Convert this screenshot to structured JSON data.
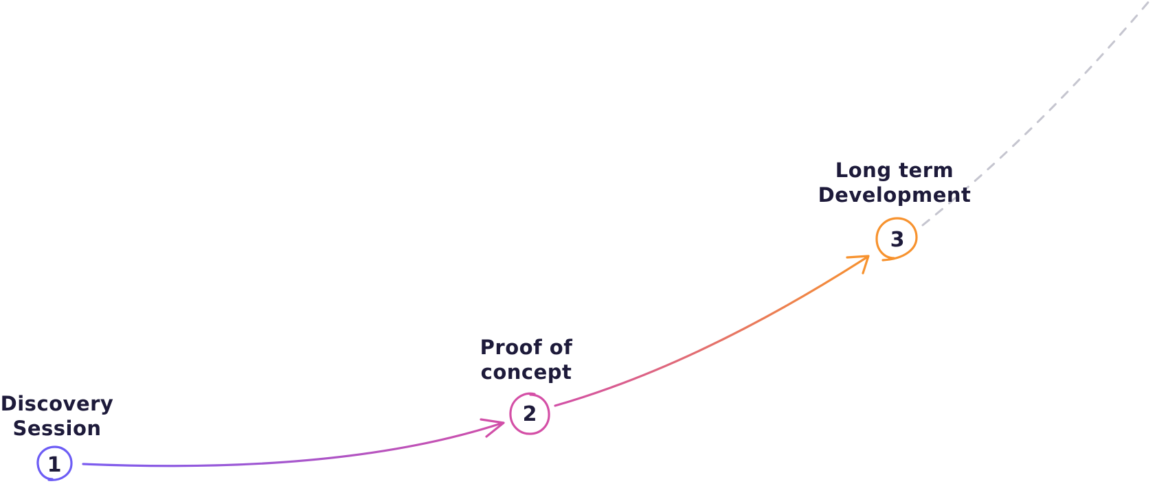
{
  "diagram": {
    "steps": [
      {
        "number": "1",
        "label_line1": "Discovery",
        "label_line2": "Session",
        "color": "#6c5cf5"
      },
      {
        "number": "2",
        "label_line1": "Proof of",
        "label_line2": "concept",
        "color": "#d44fa6"
      },
      {
        "number": "3",
        "label_line1": "Long term",
        "label_line2": "Development",
        "color": "#f7922e"
      }
    ],
    "connector_colors": {
      "start": "#7b5cf0",
      "middle": "#d14fa8",
      "end": "#f7922e",
      "future_dashed": "#c5c5cf"
    }
  }
}
